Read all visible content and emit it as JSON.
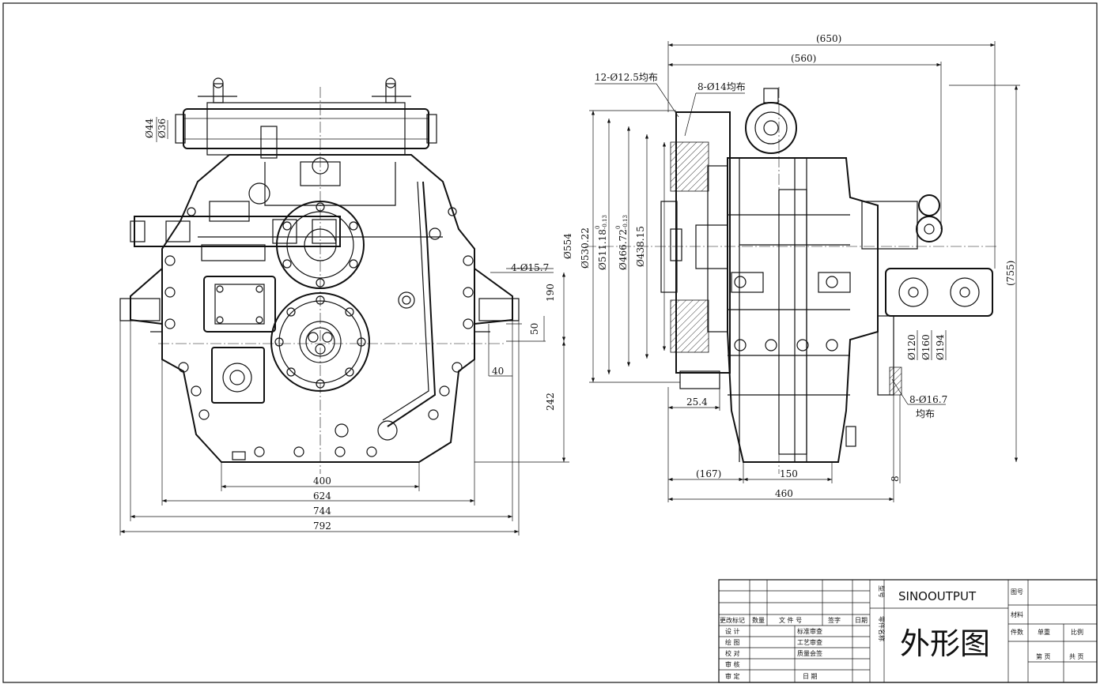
{
  "front_view": {
    "dims_left": [
      "Ø44",
      "Ø36"
    ],
    "dims_right": [
      "4-Ø15.7",
      "190",
      "50",
      "40",
      "242"
    ],
    "dims_bottom": [
      "400",
      "624",
      "744",
      "792"
    ]
  },
  "side_view": {
    "dims_top": [
      "(650)",
      "(560)"
    ],
    "holes_top_a": "12-Ø12.5均布",
    "holes_top_b": "8-Ø14均布",
    "dia_stack": [
      "Ø554",
      "Ø530.22",
      "Ø511.18",
      "Ø466.72",
      "Ø438.15"
    ],
    "tol_a": "0",
    "tol_b": "-0.13",
    "dims_right": [
      "(755)"
    ],
    "shaft_dias": [
      "Ø120",
      "Ø160",
      "Ø194"
    ],
    "holes_bottom": "8-Ø16.7",
    "holes_bottom_b": "均布",
    "dims_bottom": [
      "25.4",
      "(167)",
      "150",
      "8",
      "460"
    ]
  },
  "title_block": {
    "company": "SINOOUTPUT",
    "drawing_name": "外形图",
    "label_model": "型号",
    "label_part_name": "零件名称",
    "label_drawing_no": "图号",
    "label_material": "材料",
    "label_count": "件数",
    "label_unit_weight": "单重",
    "label_scale": "比例",
    "label_page": "第 页",
    "label_total": "共 页",
    "rev_headers": [
      "更改标记",
      "数量",
      "文 件 号",
      "签字",
      "日期"
    ],
    "role_labels": [
      "设 计",
      "绘 图",
      "校 对",
      "审 核",
      "审 定"
    ],
    "review_labels": [
      "标准审查",
      "工艺审查",
      "质量会签",
      "日 期"
    ]
  }
}
